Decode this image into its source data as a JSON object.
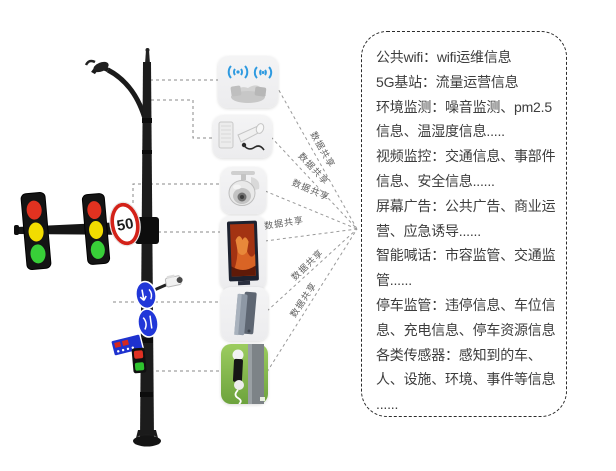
{
  "labels": {
    "data_share": "数据共享"
  },
  "info_box": {
    "items": [
      "公共wifi：wifi运维信息",
      "5G基站：流量运营信息",
      "环境监测：噪音监测、pm2.5信息、温湿度信息.....",
      "视频监控：交通信息、事部件信息、安全信息......",
      "屏幕广告：公共广告、商业运营、应急诱导......",
      "智能喊话：市容监管、交通监管......",
      "停车监管：违停信息、车位信息、充电信息、停车资源信息",
      "各类传感器：感知到的车、人、设施、环境、事件等信息",
      "......"
    ]
  },
  "pole": {
    "speed_limit_value": "50"
  },
  "devices": [
    {
      "icon": "wifi-access-point-icon"
    },
    {
      "icon": "5g-base-station-icon"
    },
    {
      "icon": "dome-camera-icon"
    },
    {
      "icon": "advertising-screen-icon"
    },
    {
      "icon": "speaker-panel-icon"
    },
    {
      "icon": "parking-monitor-icon"
    }
  ],
  "colors": {
    "wifi_blue": "#2e9ae0",
    "traffic_red": "#e23220",
    "traffic_yellow": "#f2dc00",
    "traffic_green": "#38cf38",
    "sign_blue": "#2137d8",
    "speed_ring_red": "#d32219",
    "device_green": "#82b84c",
    "screen_flame_orange": "#c8511f",
    "text_dark": "#3d3d3d",
    "line_gray": "#8a8a8a"
  }
}
